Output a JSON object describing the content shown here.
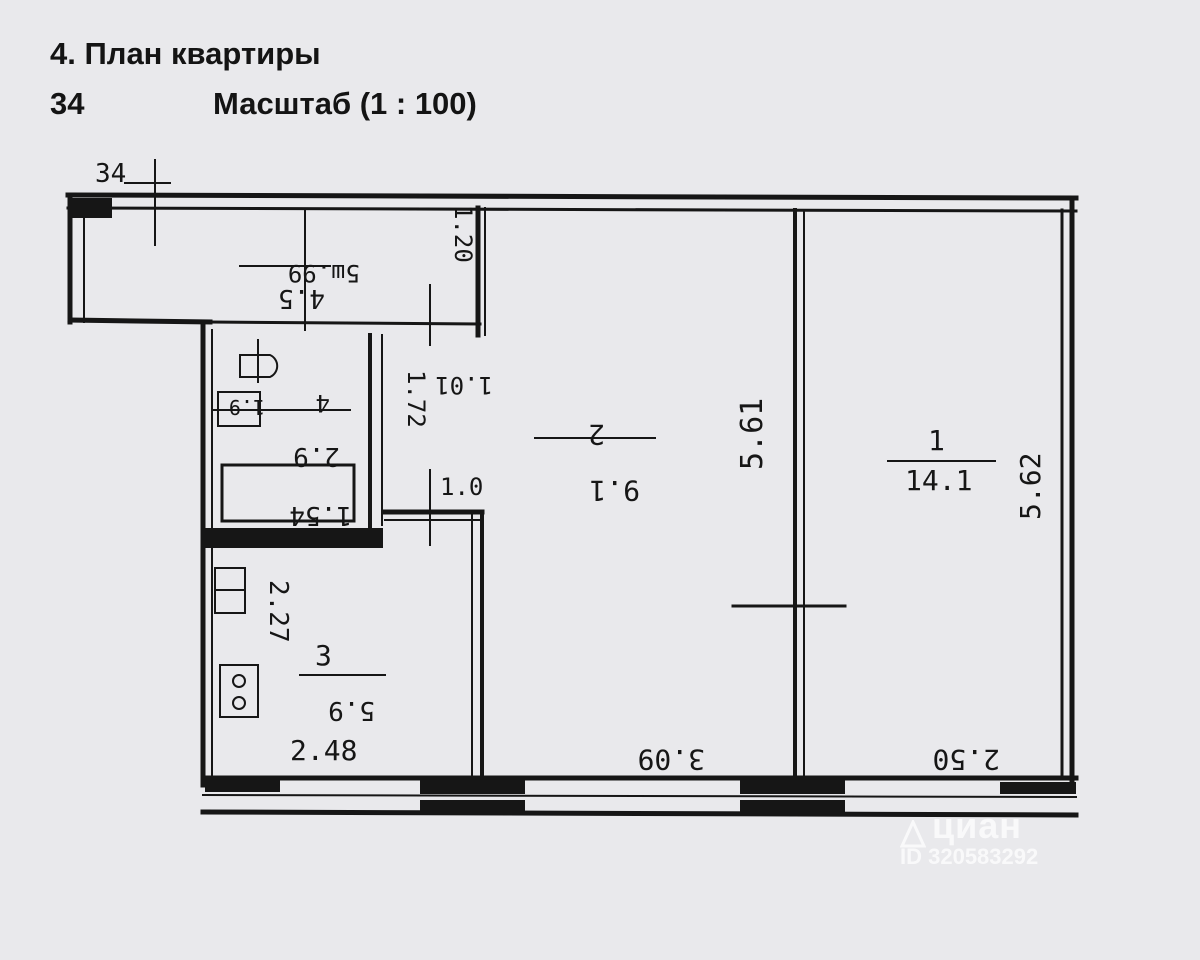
{
  "header": {
    "title": "4. План квартиры",
    "number": "34",
    "scale": "Масштаб (1 : 100)"
  },
  "plan": {
    "corner_label": "34",
    "rooms": [
      {
        "id": "balcony",
        "name": "5ш.99",
        "area": "4.5"
      },
      {
        "id": "bath",
        "name": "4",
        "area": "2.9"
      },
      {
        "id": "room2",
        "name": "2",
        "area": "9.1"
      },
      {
        "id": "room1",
        "name": "1",
        "area": "14.1"
      },
      {
        "id": "kitchen",
        "name": "3",
        "area": "5.9"
      }
    ],
    "dimensions": {
      "d_1_20": "1.20",
      "d_1_01": "1.01",
      "d_1_72": "1.72",
      "d_1_0": "1.0",
      "d_1_54": "1.54",
      "d_1_9": "1.9",
      "d_5_61": "5.61",
      "d_5_62": "5.62",
      "d_2_27": "2.27",
      "d_2_48": "2.48",
      "d_3_09": "3.09",
      "d_2_50": "2.50"
    }
  },
  "watermark": {
    "brand": "циан",
    "id": "ID 320583292"
  },
  "colors": {
    "paper": "#e9e9ec",
    "ink": "#161616",
    "watermark": "#ffffff"
  }
}
